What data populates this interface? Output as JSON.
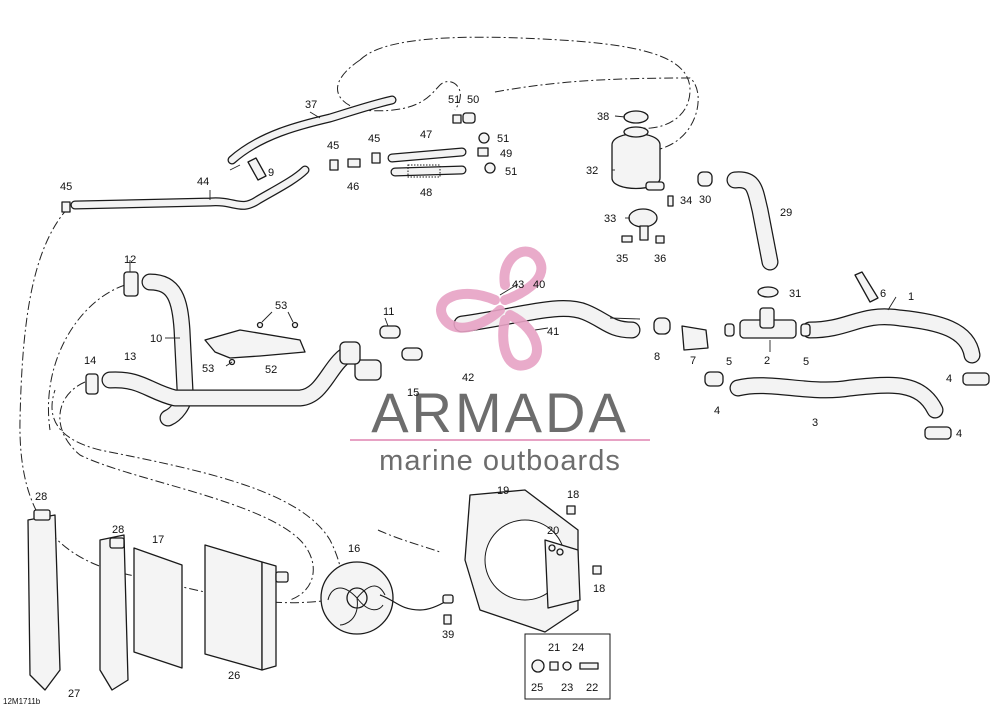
{
  "figure": {
    "ref_code": "12M1711b"
  },
  "watermark": {
    "brand": "ARMADA",
    "tagline": "marine outboards",
    "accent_color": "#e7a2c4",
    "text_color": "#6d6d6d"
  },
  "callouts": {
    "c1": "1",
    "c2": "2",
    "c3": "3",
    "c4a": "4",
    "c4b": "4",
    "c4c": "4",
    "c5a": "5",
    "c5b": "5",
    "c6": "6",
    "c7": "7",
    "c8": "8",
    "c9": "9",
    "c10": "10",
    "c11": "11",
    "c12": "12",
    "c13": "13",
    "c14": "14",
    "c15": "15",
    "c16": "16",
    "c17": "17",
    "c18a": "18",
    "c18b": "18",
    "c19": "19",
    "c20": "20",
    "c21": "21",
    "c22": "22",
    "c23": "23",
    "c24": "24",
    "c25": "25",
    "c26": "26",
    "c27": "27",
    "c28a": "28",
    "c28b": "28",
    "c29": "29",
    "c30": "30",
    "c31": "31",
    "c32": "32",
    "c33": "33",
    "c34": "34",
    "c35": "35",
    "c36": "36",
    "c37": "37",
    "c38": "38",
    "c39": "39",
    "c40": "40",
    "c41": "41",
    "c42": "42",
    "c43": "43",
    "c44": "44",
    "c45a": "45",
    "c45b": "45",
    "c45c": "45",
    "c46": "46",
    "c47": "47",
    "c48": "48",
    "c49": "49",
    "c50": "50",
    "c51a": "51",
    "c51b": "51",
    "c51c": "51",
    "c52": "52",
    "c53a": "53",
    "c53b": "53"
  }
}
